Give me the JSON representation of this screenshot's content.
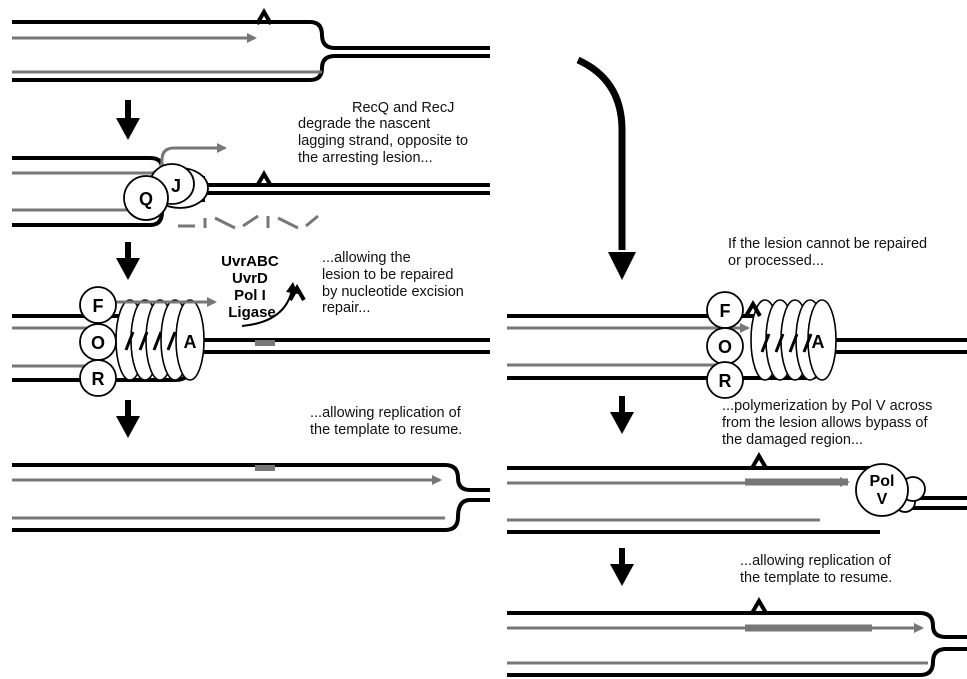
{
  "captions": {
    "recq_line1": "RecQ and RecJ",
    "recq_line2": "degrade the nascent",
    "recq_line3": "lagging strand, opposite to",
    "recq_line4": "the arresting lesion...",
    "ner_line1": "...allowing the",
    "ner_line2": "lesion to be repaired",
    "ner_line3": "by nucleotide excision",
    "ner_line4": "repair...",
    "resume_left_line1": "...allowing replication of",
    "resume_left_line2": "the template to resume.",
    "cannot_line1": "If the lesion cannot be repaired",
    "cannot_line2": "or processed...",
    "polv_line1": "...polymerization by Pol V across",
    "polv_line2": "from the lesion allows bypass of",
    "polv_line3": "the damaged region...",
    "resume_right_line1": "...allowing replication of",
    "resume_right_line2": "the template to resume."
  },
  "enzymes": {
    "line1": "UvrABC",
    "line2": "UvrD",
    "line3": "Pol I",
    "line4": "Ligase"
  },
  "proteins": {
    "recq": "Q",
    "recj": "J",
    "recf_left": "F",
    "reco_left": "O",
    "recr_left": "R",
    "reca_left": "A",
    "recf_right": "F",
    "reco_right": "O",
    "recr_right": "R",
    "reca_right": "A",
    "polv_line1": "Pol",
    "polv_line2": "V"
  },
  "colors": {
    "dna": "#000000",
    "nascent_strand": "#777777",
    "background": "#ffffff"
  }
}
